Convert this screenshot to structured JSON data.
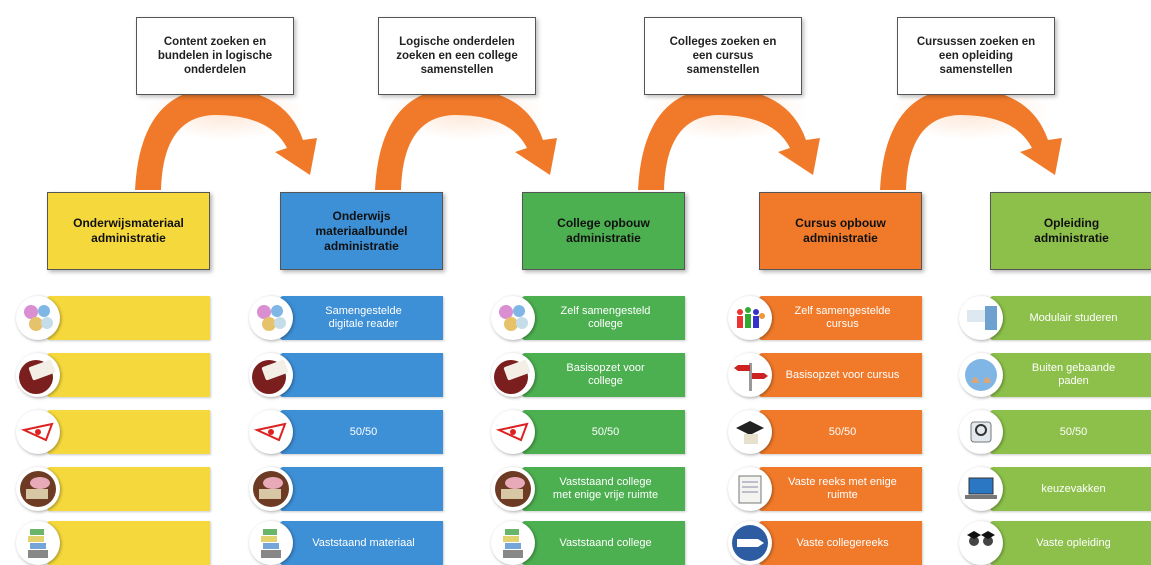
{
  "colors": {
    "arrow": "#F07A2A",
    "yellow": "#F5D83C",
    "blue": "#3D8FD6",
    "green": "#4CAF50",
    "orange": "#F07A2A",
    "lime": "#8DC04A"
  },
  "callouts": [
    "Content zoeken en\nbundelen in logische\nonderdelen",
    "Logische onderdelen\nzoeken en een college\nsamenstellen",
    "Colleges zoeken en\neen cursus\nsamenstellen",
    "Cursussen zoeken en\neen opleiding\nsamenstellen"
  ],
  "columns": [
    {
      "title": "Onderwijsmateriaal\nadministratie",
      "color": "yellow",
      "items": [
        "",
        "",
        "",
        "",
        ""
      ],
      "icons": [
        "collage-icon",
        "book-icon",
        "scale-icon",
        "desk-icon",
        "stack-icon"
      ]
    },
    {
      "title": "Onderwijs\nmateriaalbundel\nadministratie",
      "color": "blue",
      "items": [
        "Samengestelde\ndigitale reader",
        "",
        "50/50",
        "",
        "Vaststaand materiaal"
      ],
      "icons": [
        "collage-icon",
        "book-icon",
        "scale-icon",
        "desk-icon",
        "stack-icon"
      ]
    },
    {
      "title": "College opbouw\nadministratie",
      "color": "green",
      "items": [
        "Zelf samengesteld\ncollege",
        "Basisopzet voor\ncollege",
        "50/50",
        "Vaststaand college\nmet enige vrije ruimte",
        "Vaststaand college"
      ],
      "icons": [
        "collage-icon",
        "book-icon",
        "scale-icon",
        "desk-icon",
        "stack-icon"
      ]
    },
    {
      "title": "Cursus opbouw\nadministratie",
      "color": "orange",
      "items": [
        "Zelf samengestelde\ncursus",
        "Basisopzet voor cursus",
        "50/50",
        "Vaste reeks met enige\nruimte",
        "Vaste collegereeks"
      ],
      "icons": [
        "people-icon",
        "signpost-icon",
        "graduation-icon",
        "notebook-icon",
        "arrow-sign-icon"
      ]
    },
    {
      "title": "Opleiding\nadministratie",
      "color": "lime",
      "items": [
        "Modulair studeren",
        "Buiten gebaande\npaden",
        "50/50",
        "keuzevakken",
        "Vaste opleiding"
      ],
      "icons": [
        "laptop-study-icon",
        "hands-icon",
        "scale-device-icon",
        "laptop-icon",
        "graduates-icon"
      ]
    }
  ]
}
